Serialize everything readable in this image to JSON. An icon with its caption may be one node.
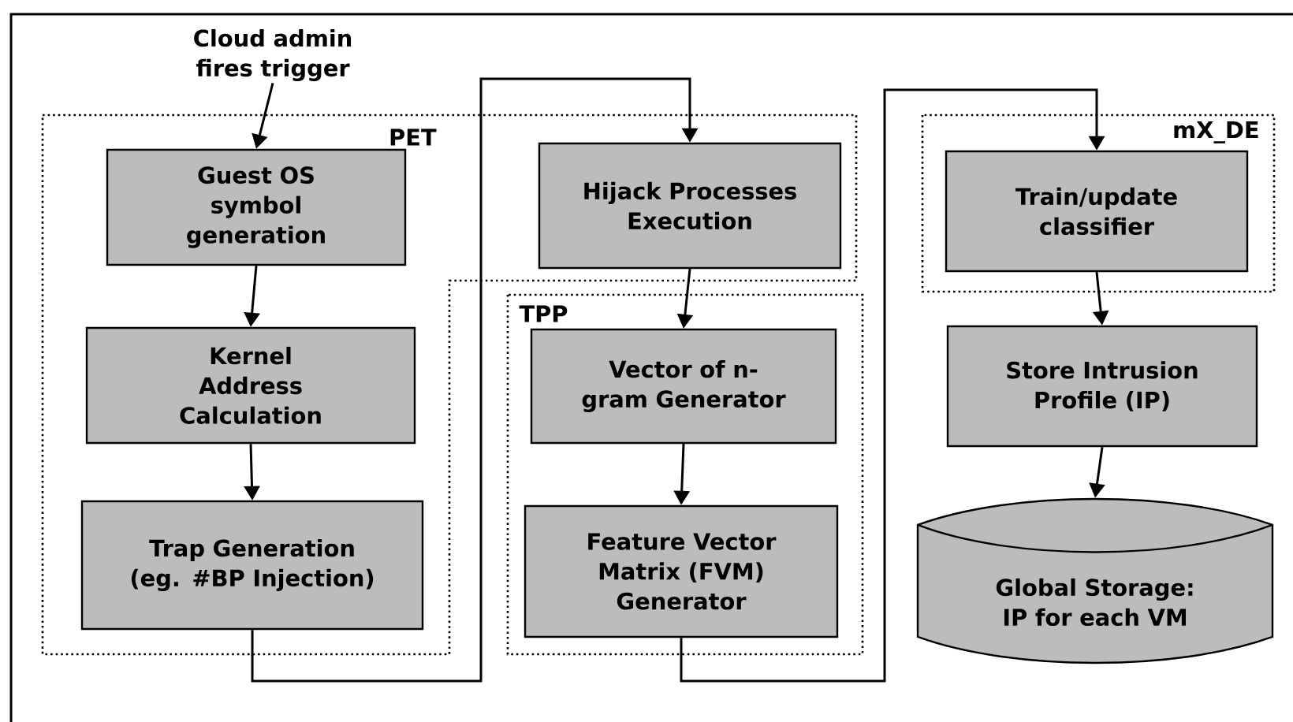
{
  "diagram": {
    "nodes": [
      {
        "text": [
          "PET"
        ]
      },
      {
        "text": [
          "Guest OS symbol generation"
        ],
        "in": 0
      },
      {
        "text": [
          "Kernel Address Calculation"
        ],
        "in": 0
      },
      {
        "text": [
          "Trap Generation (eg. #BP Injection)"
        ],
        "in": 0
      },
      {
        "text": [
          "Hijack Processes Execution"
        ],
        "in": 0
      },
      {
        "text": [
          "TPP"
        ]
      },
      {
        "text": [
          "Vector of n-gram Generator"
        ],
        "in": 5
      },
      {
        "text": [
          "Feature Vector Matrix (FVM) Generator"
        ],
        "in": 5
      },
      {
        "text": [
          "mX_DE"
        ]
      },
      {
        "text": [
          "Train/update classifier"
        ],
        "in": 8
      },
      {
        "text": [
          "Store Intrusion Profile (IP)"
        ]
      },
      {
        "text": [
          "Global Storage: IP for each VM"
        ]
      },
      {
        "text": [
          "Cloud admin fires trigger"
        ]
      }
    ],
    "edges": [
      {
        "from": 12,
        "to": 1,
        "arrow": "to"
      },
      {
        "from": 1,
        "to": 2,
        "arrow": "to"
      },
      {
        "from": 2,
        "to": 3,
        "arrow": "to"
      },
      {
        "from": 3,
        "to": 4,
        "arrow": "to"
      },
      {
        "from": 4,
        "to": 6,
        "arrow": "to"
      },
      {
        "from": 6,
        "to": 7,
        "arrow": "to"
      },
      {
        "from": 7,
        "to": 9,
        "arrow": "to"
      },
      {
        "from": 9,
        "to": 10,
        "arrow": "to"
      },
      {
        "from": 10,
        "to": 11,
        "arrow": "to"
      }
    ]
  }
}
